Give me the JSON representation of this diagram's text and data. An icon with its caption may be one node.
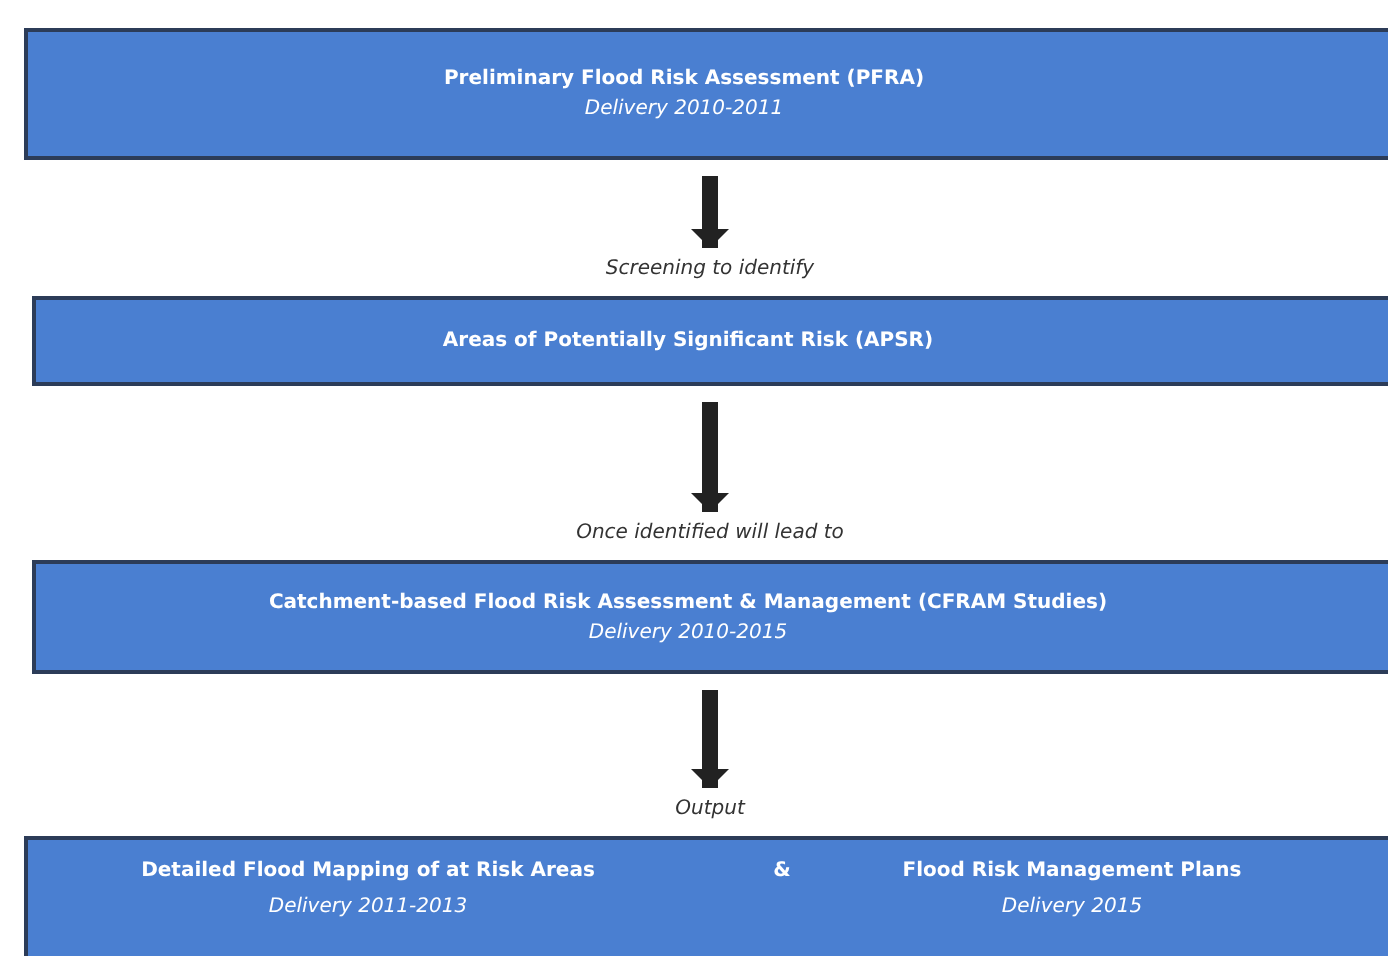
{
  "diagram": {
    "nodes": [
      {
        "text": [
          "Preliminary Flood Risk Assessment (PFRA)",
          "Delivery 2010-2011"
        ]
      },
      {
        "text": [
          "Areas of Potentially Significant Risk (APSR)"
        ]
      },
      {
        "text": [
          "Catchment-based Flood Risk Assessment & Management (CFRAM Studies)",
          "Delivery 2010-2015"
        ]
      },
      {
        "text": [
          "Detailed Flood Mapping of at Risk Areas",
          "Delivery 2011-2013",
          "&",
          "Flood Risk Management Plans",
          "Delivery 2015"
        ]
      }
    ],
    "edges": [
      {
        "from": 0,
        "to": 1,
        "arrow": "to",
        "label": "Screening to identify"
      },
      {
        "from": 1,
        "to": 2,
        "arrow": "to",
        "label": "Once identified will lead to"
      },
      {
        "from": 2,
        "to": 3,
        "arrow": "to",
        "label": "Output"
      }
    ]
  }
}
